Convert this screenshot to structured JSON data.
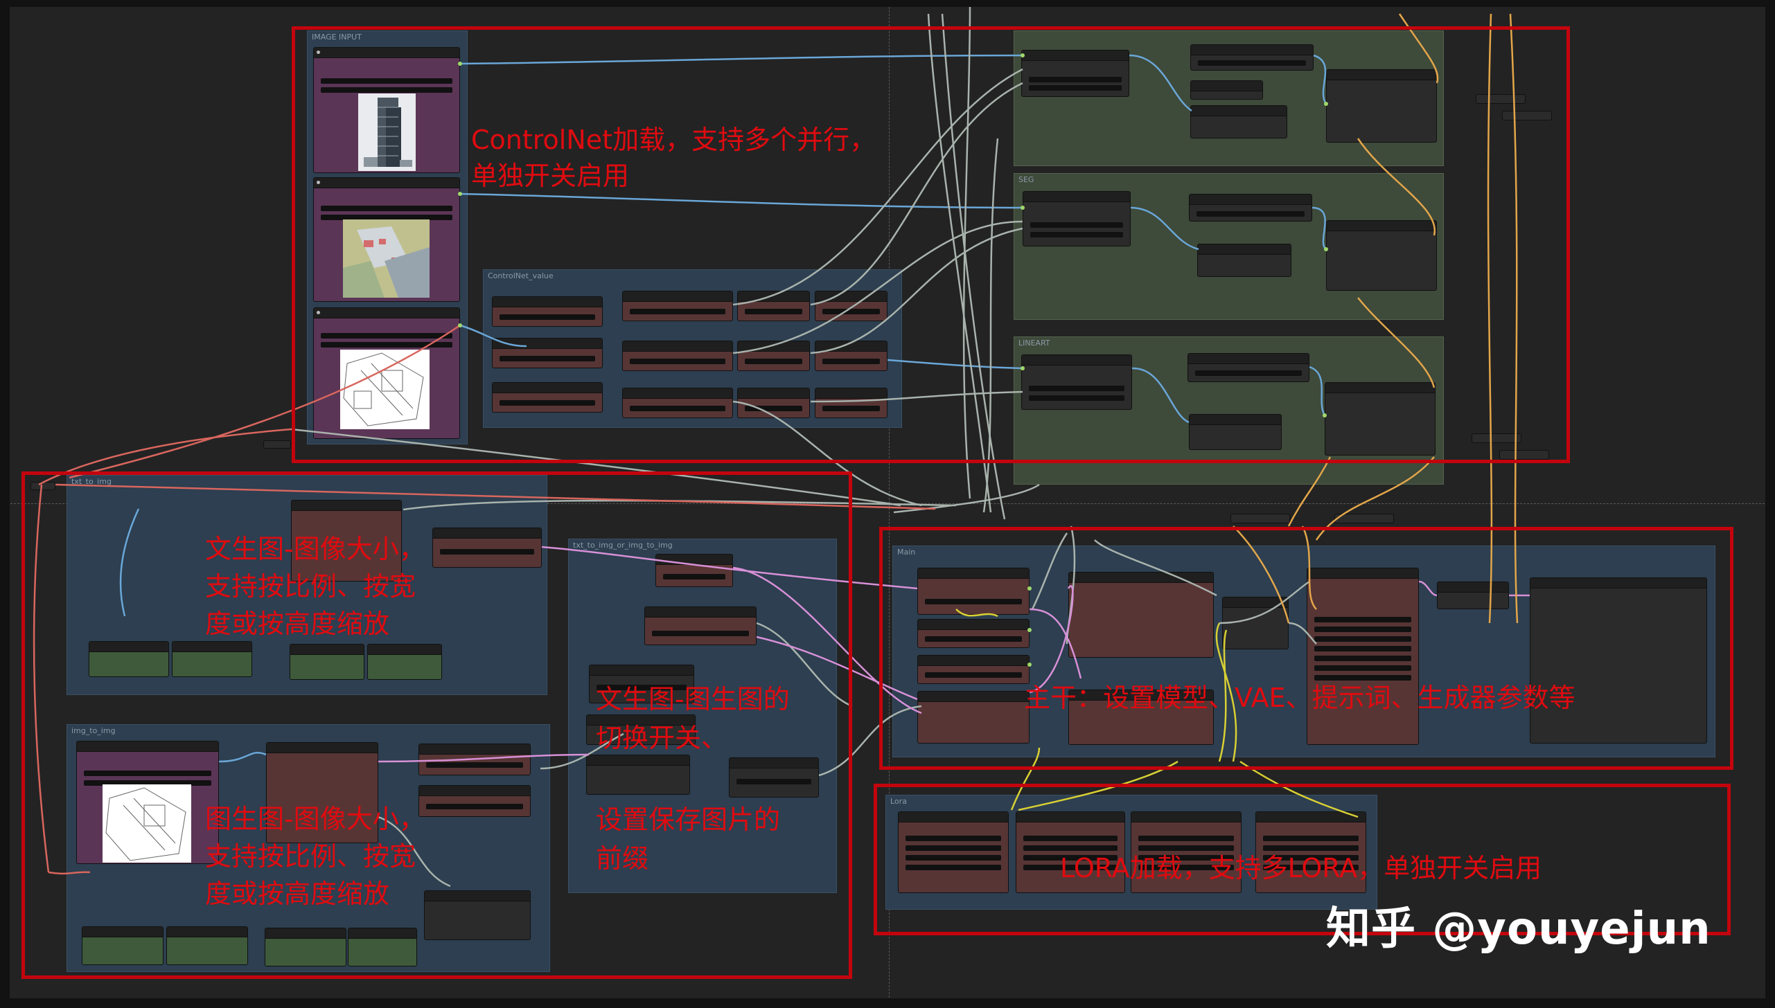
{
  "annotations": {
    "controlnet": [
      "ControlNet加载，支持多个并行，",
      "单独开关启用"
    ],
    "txt2img": [
      "文生图-图像大小，",
      "支持按比例、按宽",
      "度或按高度缩放"
    ],
    "img2img": [
      "图生图-图像大小，",
      "支持按比例、按宽",
      "度或按高度缩放"
    ],
    "switch": [
      "文生图-图生图的",
      "切换开关、"
    ],
    "save_prefix": [
      "设置保存图片的",
      "前缀"
    ],
    "main": [
      "主干：设置模型、VAE、提示词、生成器参数等"
    ],
    "lora": [
      "LORA加载，支持多LORA，单独开关启用"
    ]
  },
  "group_titles": {
    "image_input": "IMAGE INPUT",
    "controlnet_value": "ControlNet_value",
    "seg": "SEG",
    "lineart": "LINEART",
    "txt_to_img": "txt_to_img",
    "img_to_img": "img_to_img",
    "switch_group": "txt_to_img_or_img_to_img",
    "main_group": "Main",
    "lora_group": "Lora"
  },
  "watermark": "知乎 @youyejun",
  "colors": {
    "annotation_red": "#e00b10",
    "box_red": "#c4040d",
    "wire_blue": "#6aa7d8",
    "wire_gray": "#a9b3ad",
    "wire_pink": "#d890d8",
    "wire_orange": "#e3a64a",
    "wire_yellow": "#d9d034",
    "wire_red": "#d9665e"
  }
}
